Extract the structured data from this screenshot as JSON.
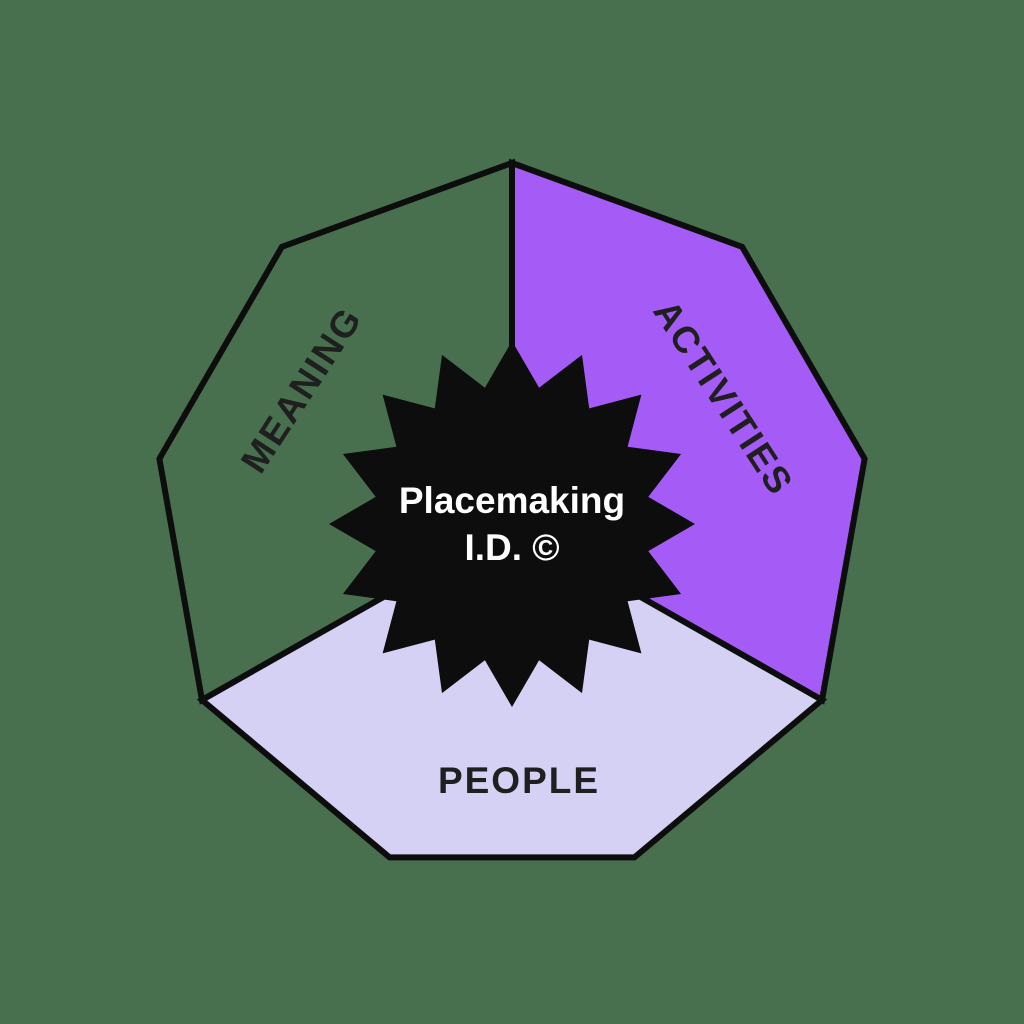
{
  "background_color": "#48704E",
  "outline_color": "#0D0D0D",
  "label_color": "#1F1F1F",
  "sections": {
    "meaning": {
      "label": "MEANING",
      "fill": "none"
    },
    "activities": {
      "label": "ACTIVITIES",
      "fill": "#A55CF7"
    },
    "people": {
      "label": "PEOPLE",
      "fill": "#D4D1F5"
    }
  },
  "center_badge": {
    "shape": "starburst-16-point",
    "color": "#0D0D0D",
    "text_color": "#FFFFFF",
    "line1": "Placemaking",
    "line2": "I.D. ©"
  }
}
